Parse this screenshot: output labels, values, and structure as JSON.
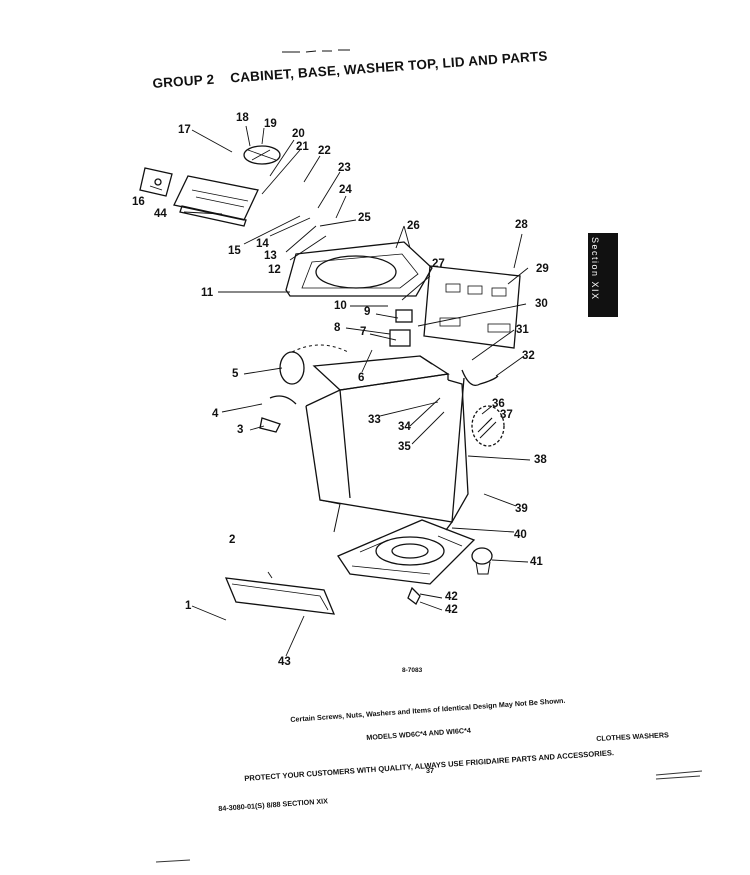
{
  "header": {
    "group": "GROUP 2",
    "title": "CABINET, BASE, WASHER TOP, LID AND PARTS"
  },
  "side_tab": {
    "label": "Section XIX"
  },
  "callouts": [
    "1",
    "2",
    "3",
    "4",
    "5",
    "6",
    "7",
    "8",
    "9",
    "10",
    "11",
    "12",
    "13",
    "14",
    "15",
    "16",
    "17",
    "18",
    "19",
    "20",
    "21",
    "22",
    "23",
    "24",
    "25",
    "26",
    "27",
    "28",
    "29",
    "30",
    "31",
    "32",
    "33",
    "34",
    "35",
    "36",
    "37",
    "38",
    "39",
    "40",
    "41",
    "42",
    "42",
    "43",
    "44"
  ],
  "figure_code": "8-7083",
  "footer": {
    "note": "Certain Screws, Nuts, Washers and Items of Identical Design May Not Be Shown.",
    "models": "MODELS WD6C*4 AND WI6C*4",
    "protect": "PROTECT YOUR CUSTOMERS WITH QUALITY, ALWAYS USE FRIGIDAIRE PARTS AND ACCESSORIES.",
    "category": "CLOTHES WASHERS",
    "page_number": "37",
    "doc_id": "84-3080-01(S) 8/88 SECTION XIX"
  }
}
